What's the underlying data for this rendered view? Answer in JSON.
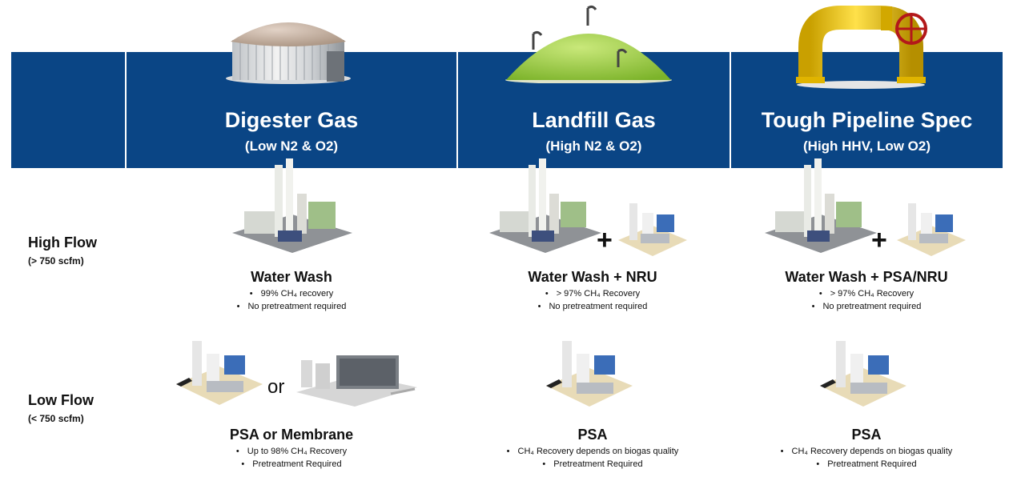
{
  "columns": [
    {
      "title": "Digester Gas",
      "subtitle": "(Low N2 & O2)",
      "art": "digester-tank"
    },
    {
      "title": "Landfill Gas",
      "subtitle": "(High N2 & O2)",
      "art": "landfill-mound"
    },
    {
      "title": "Tough Pipeline Spec",
      "subtitle": "(High HHV, Low O2)",
      "art": "pipeline-valve"
    }
  ],
  "rows": [
    {
      "label": "High Flow",
      "sublabel": "(> 750 scfm)"
    },
    {
      "label": "Low Flow",
      "sublabel": "(< 750 scfm)"
    }
  ],
  "high_flow": [
    {
      "name": "Water Wash",
      "bullets": [
        "99% CH₄ recovery",
        "No pretreatment required"
      ]
    },
    {
      "name": "Water Wash + NRU",
      "bullets": [
        "> 97% CH₄ Recovery",
        "No pretreatment required"
      ]
    },
    {
      "name": "Water Wash + PSA/NRU",
      "bullets": [
        "> 97% CH₄ Recovery",
        "No pretreatment required"
      ]
    }
  ],
  "low_flow": [
    {
      "name": "PSA or Membrane",
      "bullets": [
        "Up to 98% CH₄ Recovery",
        "Pretreatment Required"
      ]
    },
    {
      "name": "PSA",
      "bullets": [
        "CH₄ Recovery depends on biogas quality",
        "Pretreatment Required"
      ]
    },
    {
      "name": "PSA",
      "bullets": [
        "CH₄ Recovery depends on biogas quality",
        "Pretreatment Required"
      ]
    }
  ],
  "connectors": {
    "plus": "+",
    "or": "or"
  },
  "colors": {
    "header_band": "#0a4585",
    "header_text": "#ffffff"
  }
}
